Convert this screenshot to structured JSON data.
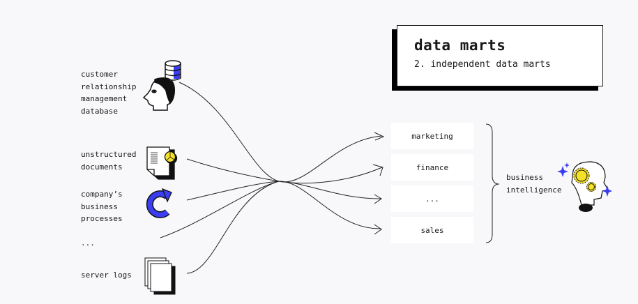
{
  "title_card": {
    "title": "data marts",
    "subtitle": "2. independent data marts"
  },
  "sources": [
    {
      "label": "customer\nrelationship\nmanagement\ndatabase",
      "icon": "database-person-icon"
    },
    {
      "label": "unstructured\ndocuments",
      "icon": "document-chart-icon"
    },
    {
      "label": "company’s\nbusiness\nprocesses",
      "icon": "circular-arrow-icon"
    },
    {
      "label": "...",
      "icon": ""
    },
    {
      "label": "server logs",
      "icon": "stacked-pages-icon"
    }
  ],
  "data_marts": [
    {
      "label": "marketing"
    },
    {
      "label": "finance"
    },
    {
      "label": "..."
    },
    {
      "label": "sales"
    }
  ],
  "destination": {
    "label": "business\nintelligence",
    "icon": "head-gears-icon"
  },
  "colors": {
    "background": "#f8f8fa",
    "accent_blue": "#3a3ef0",
    "accent_yellow": "#f5e12a",
    "ink": "#1a1a1a"
  }
}
